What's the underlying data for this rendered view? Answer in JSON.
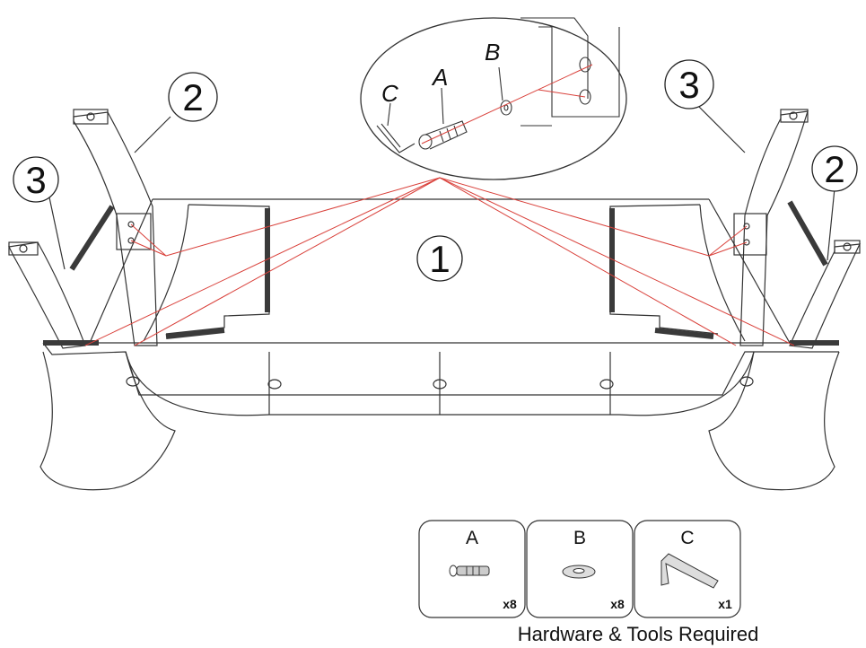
{
  "callouts": {
    "part_1": "1",
    "part_2_left": "2",
    "part_2_right": "2",
    "part_3_left": "3",
    "part_3_right": "3"
  },
  "detail": {
    "label_a": "A",
    "label_b": "B",
    "label_c": "C"
  },
  "hardware": {
    "caption": "Hardware & Tools Required",
    "items": [
      {
        "letter": "A",
        "quantity": "x8",
        "icon": "bolt-icon"
      },
      {
        "letter": "B",
        "quantity": "x8",
        "icon": "washer-icon"
      },
      {
        "letter": "C",
        "quantity": "x1",
        "icon": "allen-key-icon"
      }
    ]
  },
  "colors": {
    "line": "#333333",
    "guide": "#d9403a",
    "rail": "#3a3a3a"
  }
}
